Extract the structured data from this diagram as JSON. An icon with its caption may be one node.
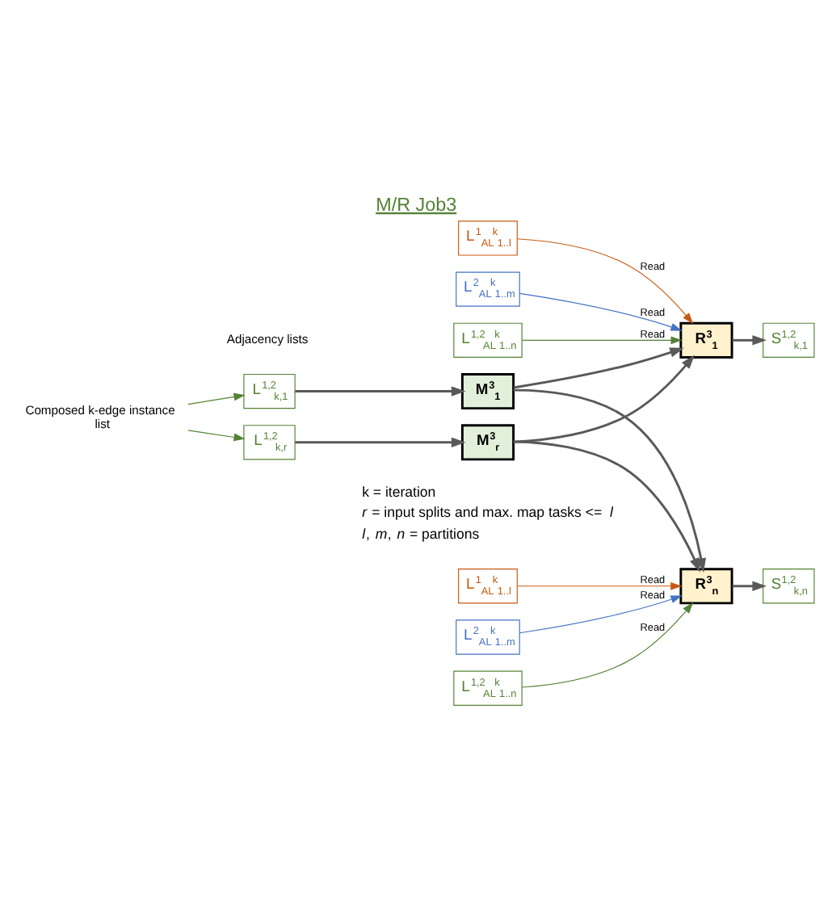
{
  "diagram": {
    "title": "M/R Job3",
    "nodes": [
      {
        "text": [
          "Composed k-edge instance list"
        ]
      },
      {
        "text": [
          "L$^{1,2}$$_{k,1}$"
        ]
      },
      {
        "text": [
          "L$^{1,2}$$_{k,r}$"
        ]
      },
      {
        "text": [
          "M$^{3}$$_{1}$"
        ]
      },
      {
        "text": [
          "M$^{3}$$_{r}$"
        ]
      },
      {
        "text": [
          "R$^{3}$$_{1}$"
        ]
      },
      {
        "text": [
          "R$^{3}$$_{n}$"
        ]
      },
      {
        "text": [
          "S$^{1,2}$$_{k,1}$"
        ]
      },
      {
        "text": [
          "S$^{1,2}$$_{k,n}$"
        ]
      },
      {
        "text": [
          "L$^{1}$$_{AL}$$^{k}$$_{1..l}$"
        ]
      },
      {
        "text": [
          "L$^{1,2}$$_{AL}$$^{k}$$_{1..n}$"
        ]
      },
      {
        "text": [
          "L$^{2}$$_{AL}$$^{k}$$_{1..m}$"
        ]
      },
      {
        "text": [
          "L$^{1}$$_{AL}$$^{k}$$_{1..l}$"
        ]
      },
      {
        "text": [
          "L$^{1,2}$$_{AL}$$^{k}$$_{1..n}$"
        ]
      },
      {
        "text": [
          "L$^{2}$$_{AL}$$^{k}$$_{1..m}$"
        ]
      }
    ],
    "edges": [
      {
        "from": 0,
        "to": 1,
        "arrow": "to",
        "color": "#548235"
      },
      {
        "from": 0,
        "to": 2,
        "arrow": "to",
        "color": "#548235"
      },
      {
        "from": 1,
        "to": 3,
        "arrow": "to"
      },
      {
        "from": 2,
        "to": 4,
        "arrow": "to"
      },
      {
        "from": 3,
        "to": 5,
        "arrow": "to"
      },
      {
        "from": 3,
        "to": 6,
        "arrow": "to"
      },
      {
        "from": 4,
        "to": 5,
        "arrow": "to"
      },
      {
        "from": 4,
        "to": 6,
        "arrow": "to"
      },
      {
        "from": 5,
        "to": 7,
        "arrow": "to"
      },
      {
        "from": 6,
        "to": 8,
        "arrow": "to"
      },
      {
        "from": 9,
        "to": 5,
        "arrow": "to",
        "label": "Read",
        "color": "#c55a11"
      },
      {
        "from": 10,
        "to": 5,
        "arrow": "to",
        "label": "Read",
        "color": "#548235"
      },
      {
        "from": 11,
        "to": 5,
        "arrow": "to",
        "label": "Read",
        "color": "#4472c4"
      },
      {
        "from": 12,
        "to": 6,
        "arrow": "to",
        "label": "Read",
        "color": "#c55a11"
      },
      {
        "from": 13,
        "to": 6,
        "arrow": "to",
        "label": "Read",
        "color": "#548235"
      },
      {
        "from": 14,
        "to": 6,
        "arrow": "to",
        "label": "Read",
        "color": "#4472c4"
      }
    ],
    "labels": [
      "Adjacency lists",
      "k = iteration",
      "*r* = input splits and max. map tasks <= *l*",
      "*l*, *m*, *n* = partitions"
    ]
  }
}
